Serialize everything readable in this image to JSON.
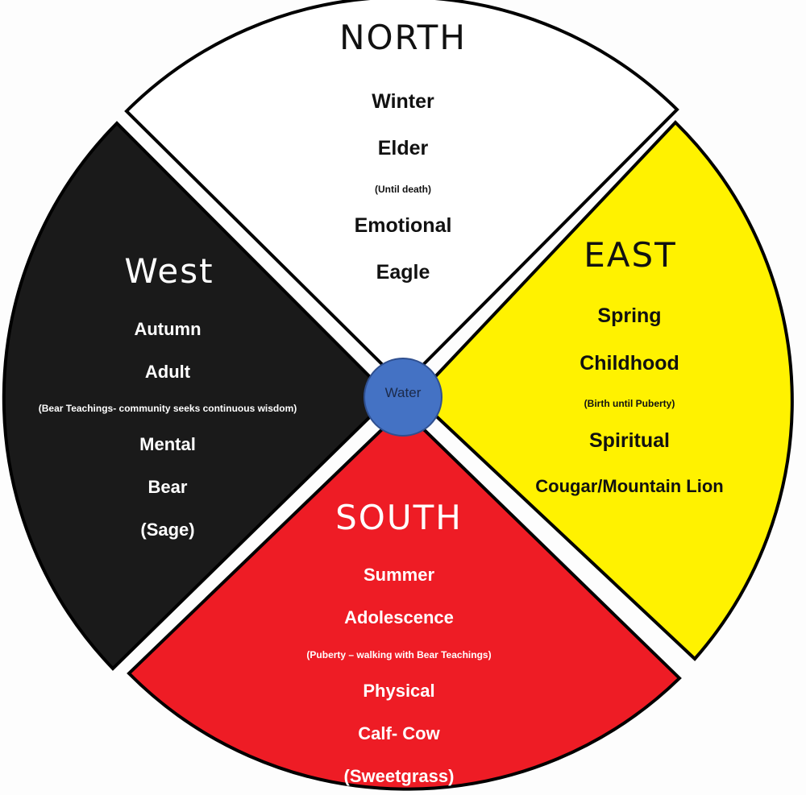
{
  "center": {
    "label": "Water",
    "color": "#4472c4"
  },
  "quadrants": {
    "north": {
      "title": "NORTH",
      "color": "#ffffff",
      "lines": [
        "Winter",
        "Elder",
        "(Until death)",
        "Emotional",
        "Eagle"
      ]
    },
    "east": {
      "title": "EAST",
      "color": "#fff200",
      "lines": [
        "Spring",
        "Childhood",
        "(Birth until Puberty)",
        "Spiritual",
        "Cougar/Mountain Lion"
      ]
    },
    "south": {
      "title": "SOUTH",
      "color": "#ee1c25",
      "lines": [
        "Summer",
        "Adolescence",
        "(Puberty – walking with Bear Teachings)",
        "Physical",
        "Calf- Cow",
        "(Sweetgrass)"
      ]
    },
    "west": {
      "title": "West",
      "color": "#1a1a1a",
      "lines": [
        "Autumn",
        "Adult",
        "(Bear Teachings- community seeks continuous wisdom)",
        "Mental",
        "Bear",
        "(Sage)"
      ]
    }
  }
}
